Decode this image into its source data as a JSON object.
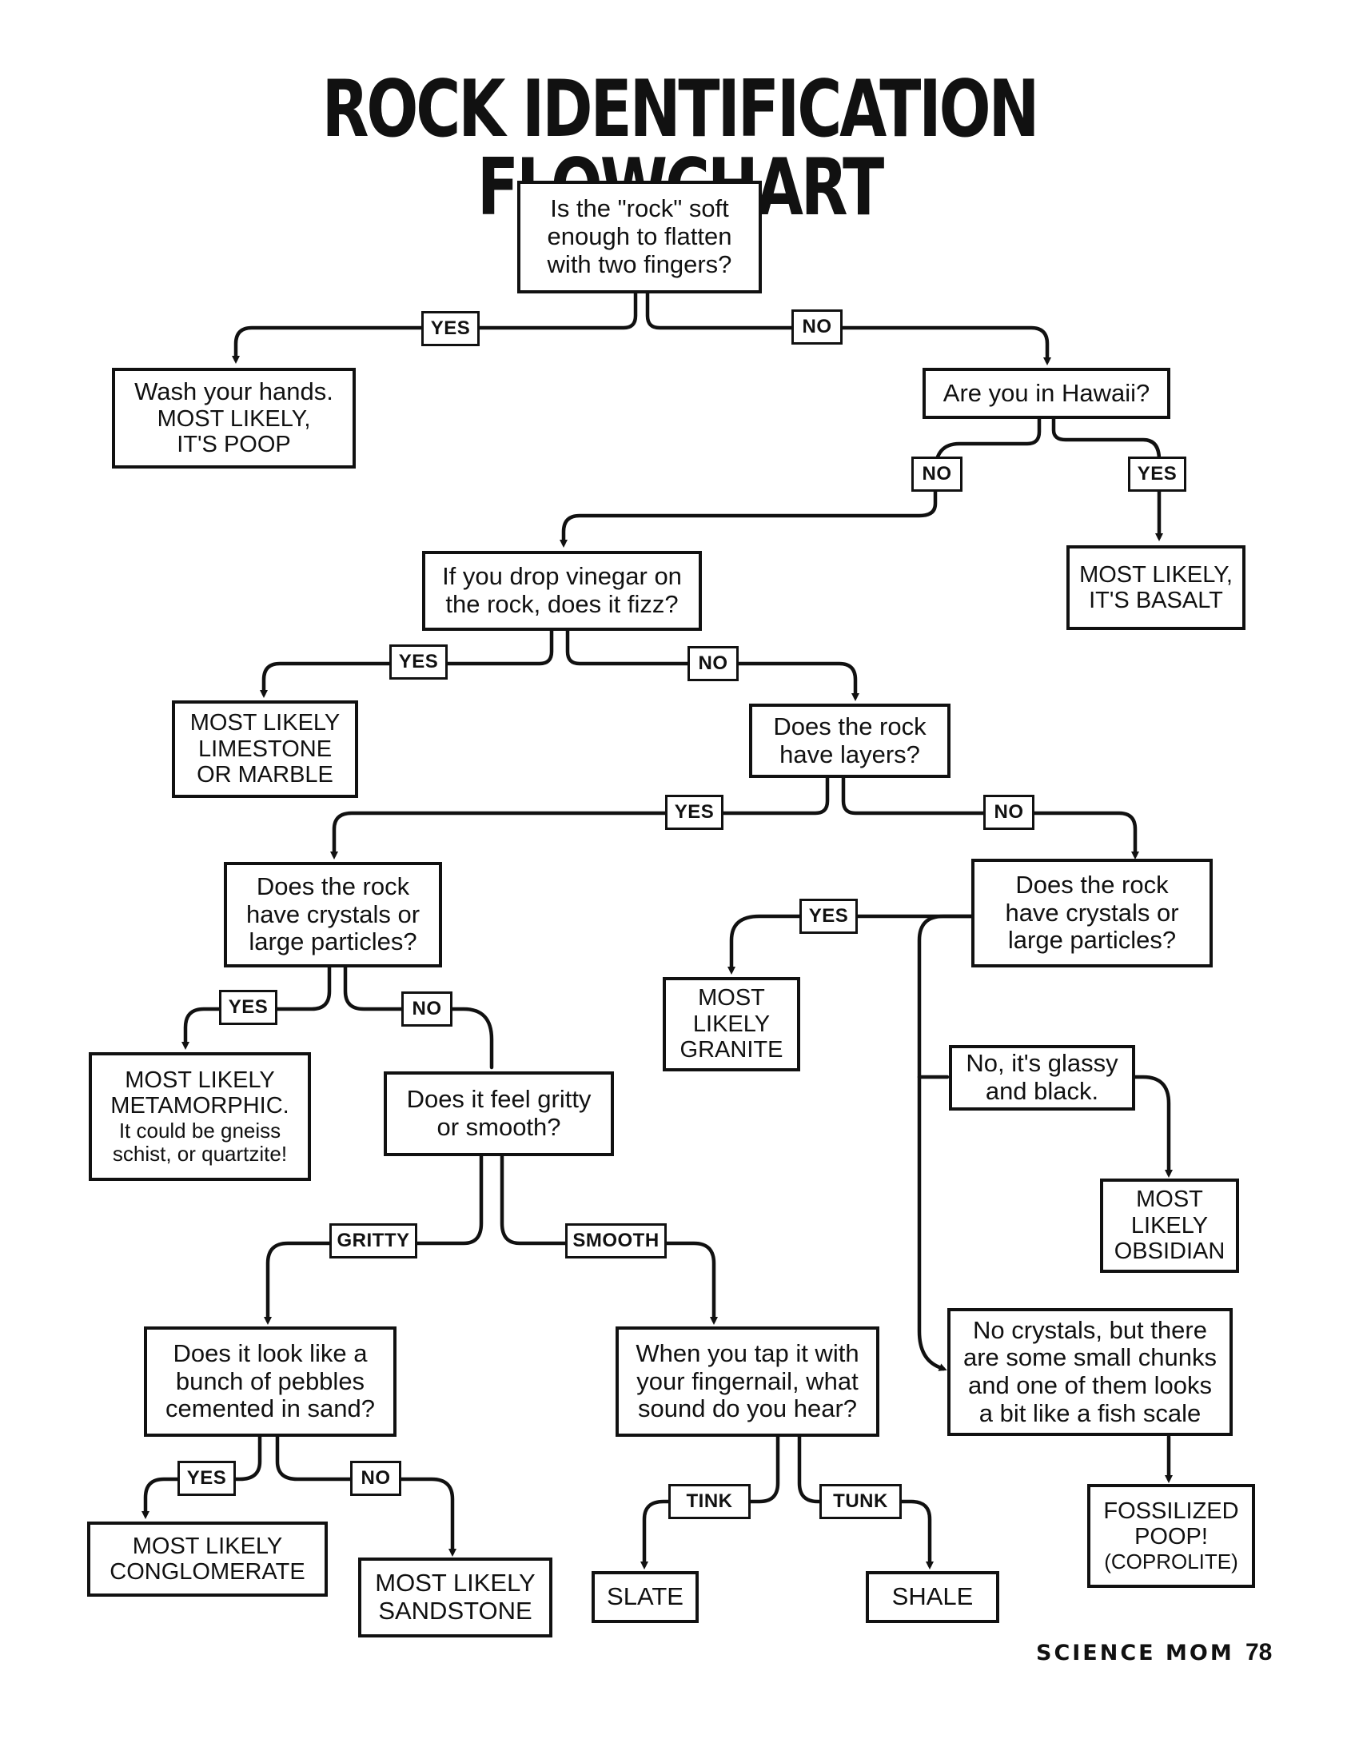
{
  "title": "ROCK IDENTIFICATION FLOWCHART",
  "nodes": {
    "q_soft": [
      "Is the \"rock\" soft",
      "enough to flatten",
      "with two fingers?"
    ],
    "wash": [
      "Wash your hands.",
      "MOST LIKELY,",
      "IT'S POOP"
    ],
    "q_hawaii": [
      "Are you in Hawaii?"
    ],
    "basalt": [
      "MOST LIKELY,",
      "IT'S BASALT"
    ],
    "q_vinegar": [
      "If you drop vinegar on",
      "the rock, does it fizz?"
    ],
    "limestone": [
      "MOST LIKELY",
      "LIMESTONE",
      "OR MARBLE"
    ],
    "q_layers": [
      "Does the rock",
      "have layers?"
    ],
    "q_crystals_left": [
      "Does the rock",
      "have crystals or",
      "large particles?"
    ],
    "q_crystals_right": [
      "Does the rock",
      "have crystals or",
      "large particles?"
    ],
    "granite": [
      "MOST",
      "LIKELY",
      "GRANITE"
    ],
    "metamorphic": [
      "MOST LIKELY",
      "METAMORPHIC.",
      "It could be gneiss",
      "schist, or quartzite!"
    ],
    "q_gritty": [
      "Does it feel gritty",
      "or smooth?"
    ],
    "glassy": [
      "No, it's glassy",
      "and black."
    ],
    "obsidian": [
      "MOST",
      "LIKELY",
      "OBSIDIAN"
    ],
    "q_pebbles": [
      "Does it look like a",
      "bunch of pebbles",
      "cemented in sand?"
    ],
    "q_tap": [
      "When you tap it with",
      "your fingernail, what",
      "sound do you hear?"
    ],
    "no_crystals": [
      "No crystals, but there",
      "are some small chunks",
      "and one of them looks",
      "a bit like a fish scale"
    ],
    "coprolite": [
      "FOSSILIZED",
      "POOP!",
      "(COPROLITE)"
    ],
    "conglomerate": [
      "MOST LIKELY",
      "CONGLOMERATE"
    ],
    "sandstone": [
      "MOST LIKELY",
      "SANDSTONE"
    ],
    "slate": [
      "SLATE"
    ],
    "shale": [
      "SHALE"
    ]
  },
  "labels": {
    "yes": "YES",
    "no": "NO",
    "gritty": "GRITTY",
    "smooth": "SMOOTH",
    "tink": "TINK",
    "tunk": "TUNK"
  },
  "footer": {
    "brand": "SCIENCE MOM",
    "page_number": "78"
  }
}
